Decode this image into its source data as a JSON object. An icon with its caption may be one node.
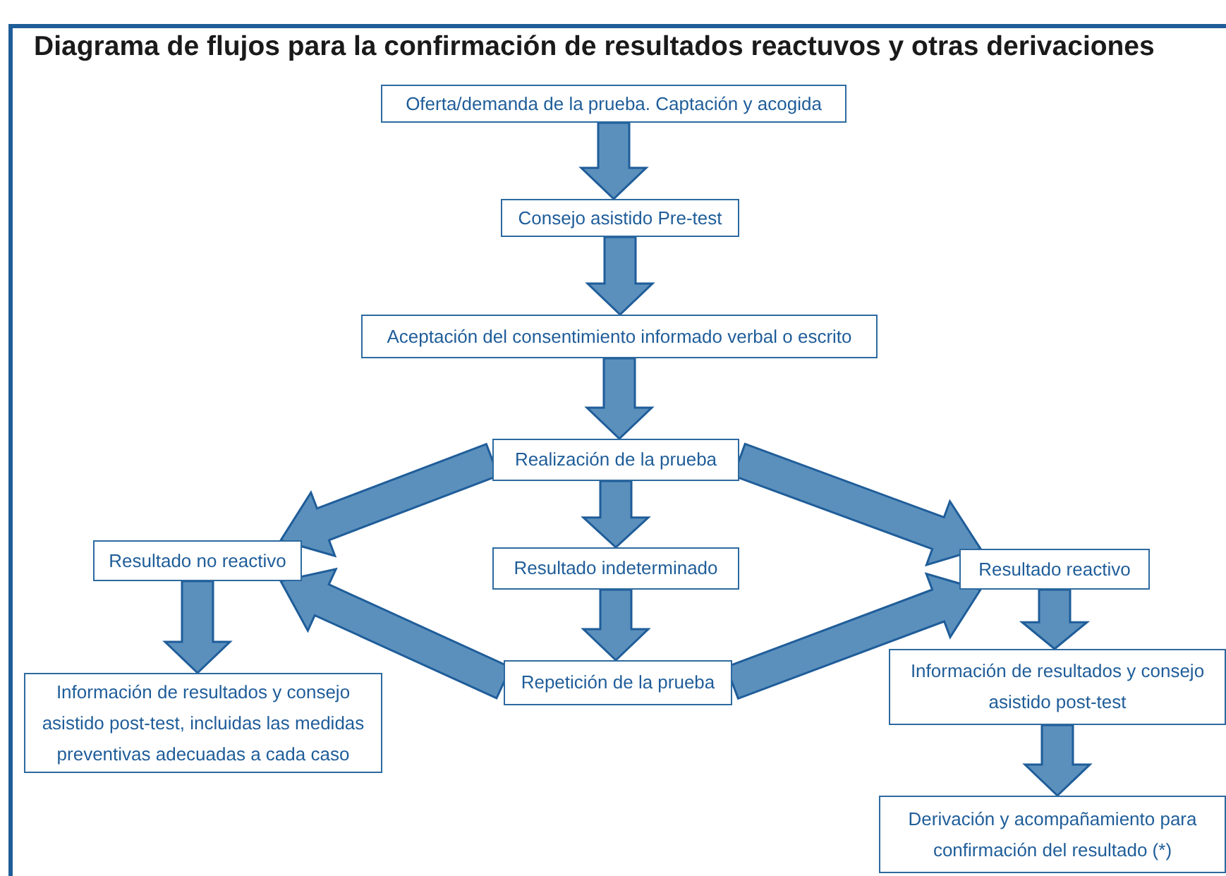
{
  "diagram": {
    "title": "Diagrama de flujos para la confirmación de resultados reactuvos y otras derivaciones",
    "nodes": [
      {
        "text": [
          "Oferta/demanda de la prueba. Captación y acogida"
        ]
      },
      {
        "text": [
          "Consejo asistido Pre-test"
        ]
      },
      {
        "text": [
          "Aceptación del consentimiento informado verbal o escrito"
        ]
      },
      {
        "text": [
          "Realización de la prueba"
        ]
      },
      {
        "text": [
          "Resultado no reactivo"
        ]
      },
      {
        "text": [
          "Resultado indeterminado"
        ]
      },
      {
        "text": [
          "Resultado reactivo"
        ]
      },
      {
        "text": [
          "Información de resultados y consejo asistido post-test, incluidas las medidas preventivas adecuadas a cada caso"
        ]
      },
      {
        "text": [
          "Repetición de la prueba"
        ]
      },
      {
        "text": [
          "Información de resultados y consejo asistido post-test"
        ]
      },
      {
        "text": [
          "Derivación y acompañamiento para confirmación del resultado (*)"
        ]
      }
    ],
    "edges": [
      {
        "from": 0,
        "to": 1,
        "arrow": "to"
      },
      {
        "from": 1,
        "to": 2,
        "arrow": "to"
      },
      {
        "from": 2,
        "to": 3,
        "arrow": "to"
      },
      {
        "from": 3,
        "to": 4,
        "arrow": "to"
      },
      {
        "from": 3,
        "to": 5,
        "arrow": "to"
      },
      {
        "from": 3,
        "to": 6,
        "arrow": "to"
      },
      {
        "from": 5,
        "to": 8,
        "arrow": "to"
      },
      {
        "from": 8,
        "to": 4,
        "arrow": "to"
      },
      {
        "from": 8,
        "to": 6,
        "arrow": "to"
      },
      {
        "from": 4,
        "to": 7,
        "arrow": "to"
      },
      {
        "from": 6,
        "to": 9,
        "arrow": "to"
      },
      {
        "from": 9,
        "to": 10,
        "arrow": "to"
      }
    ]
  }
}
